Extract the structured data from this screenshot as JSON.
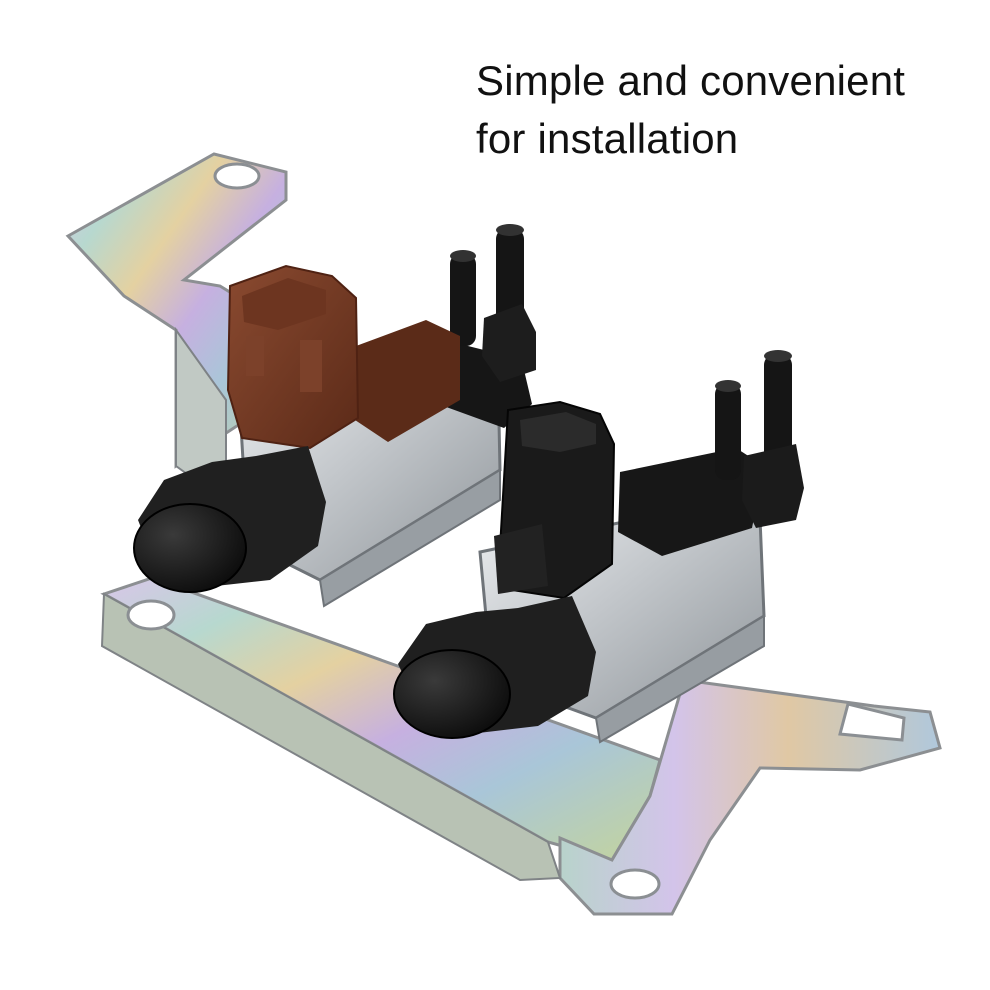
{
  "caption": {
    "line1": "Simple and convenient",
    "line2": "for installation"
  },
  "product": {
    "bracket_finish": "zinc-iridescent",
    "left_connector_color": "#7a3b23",
    "right_connector_color": "#1a1a1a",
    "valve_body_color": "#c9ccd0",
    "cap_color": "#111111"
  }
}
